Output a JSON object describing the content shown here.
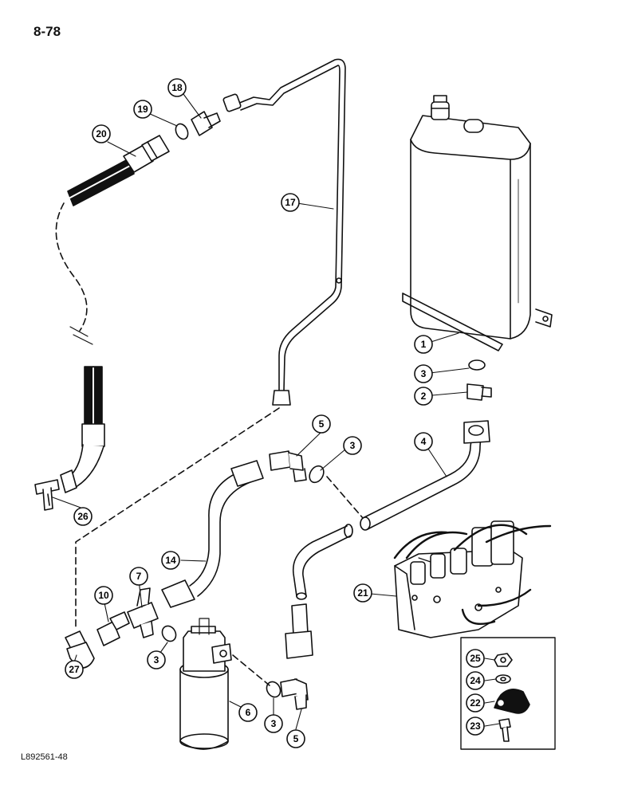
{
  "page_number": "8-78",
  "figure_code": "L892561-48",
  "callouts": [
    "1",
    "2",
    "3",
    "3",
    "3",
    "3",
    "4",
    "5",
    "5",
    "6",
    "7",
    "10",
    "14",
    "17",
    "18",
    "19",
    "20",
    "21",
    "22",
    "23",
    "24",
    "25",
    "26",
    "27"
  ]
}
